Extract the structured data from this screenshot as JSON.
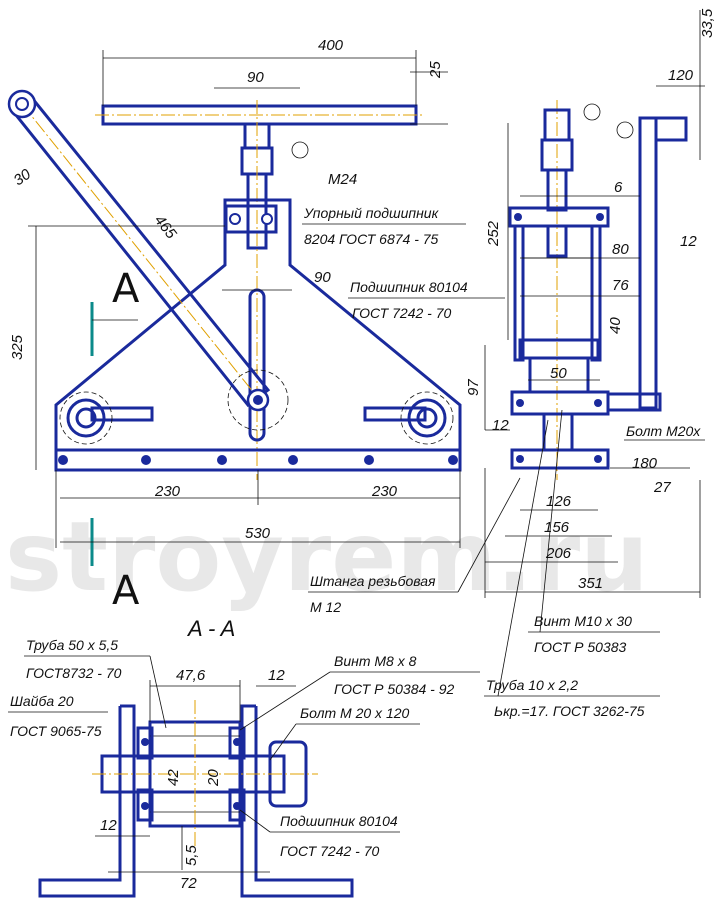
{
  "watermark": "stroyrem.ru",
  "section_marker": {
    "letter": "A",
    "section_title": "A - A"
  },
  "front_view": {
    "dims": {
      "bar_length": "400",
      "hub_width": "90",
      "bar_diameter": "25",
      "thread": "M24",
      "lever_width": "30",
      "lever_length": "465",
      "slot_width": "90",
      "frame_height": "325",
      "half_span_left": "230",
      "half_span_right": "230",
      "total_span": "530"
    },
    "notes": [
      {
        "line1": "Упорный подшипник",
        "line2": "8204 ГОСТ 6874 - 75"
      },
      {
        "line1": "Подшипник 80104",
        "line2": "ГОСТ 7242 - 70"
      },
      {
        "line1": "Штанга резьбовая",
        "line2": "М 12"
      }
    ]
  },
  "side_view": {
    "dims": {
      "top_offset": "33,5",
      "handle_width": "120",
      "plate_thickness": "6",
      "column_height": "252",
      "width_80": "80",
      "gap_12": "12",
      "width_76": "76",
      "diameter_40": "40",
      "height_97": "97",
      "inner_50": "50",
      "bottom_12": "12",
      "base_180": "180",
      "base_27": "27",
      "width_126": "126",
      "width_156": "156",
      "width_206": "206",
      "width_351": "351"
    },
    "notes": [
      {
        "line1": "Болт М20х"
      },
      {
        "line1": "Винт М10 х 30",
        "line2": "ГОСТ Р 50383"
      },
      {
        "line1": "Труба 10 х 2,2",
        "line2": "Ькр.=17. ГОСТ 3262-75"
      }
    ]
  },
  "section_view": {
    "dims": {
      "width_47_6": "47,6",
      "flange_12": "12",
      "diameter_42": "42",
      "diameter_20": "20",
      "bottom_12": "12",
      "height_5_5": "5,5",
      "width_72": "72"
    },
    "notes": [
      {
        "line1": "Труба 50 х 5,5",
        "line2": "ГОСТ8732 - 70"
      },
      {
        "line1": "Шайба 20",
        "line2": "ГОСТ 9065-75"
      },
      {
        "line1": "Винт М8 х 8",
        "line2": "ГОСТ Р 50384 - 92"
      },
      {
        "line1": "Болт М 20 х 120"
      },
      {
        "line1": "Подшипник 80104",
        "line2": "ГОСТ 7242 - 70"
      }
    ]
  }
}
